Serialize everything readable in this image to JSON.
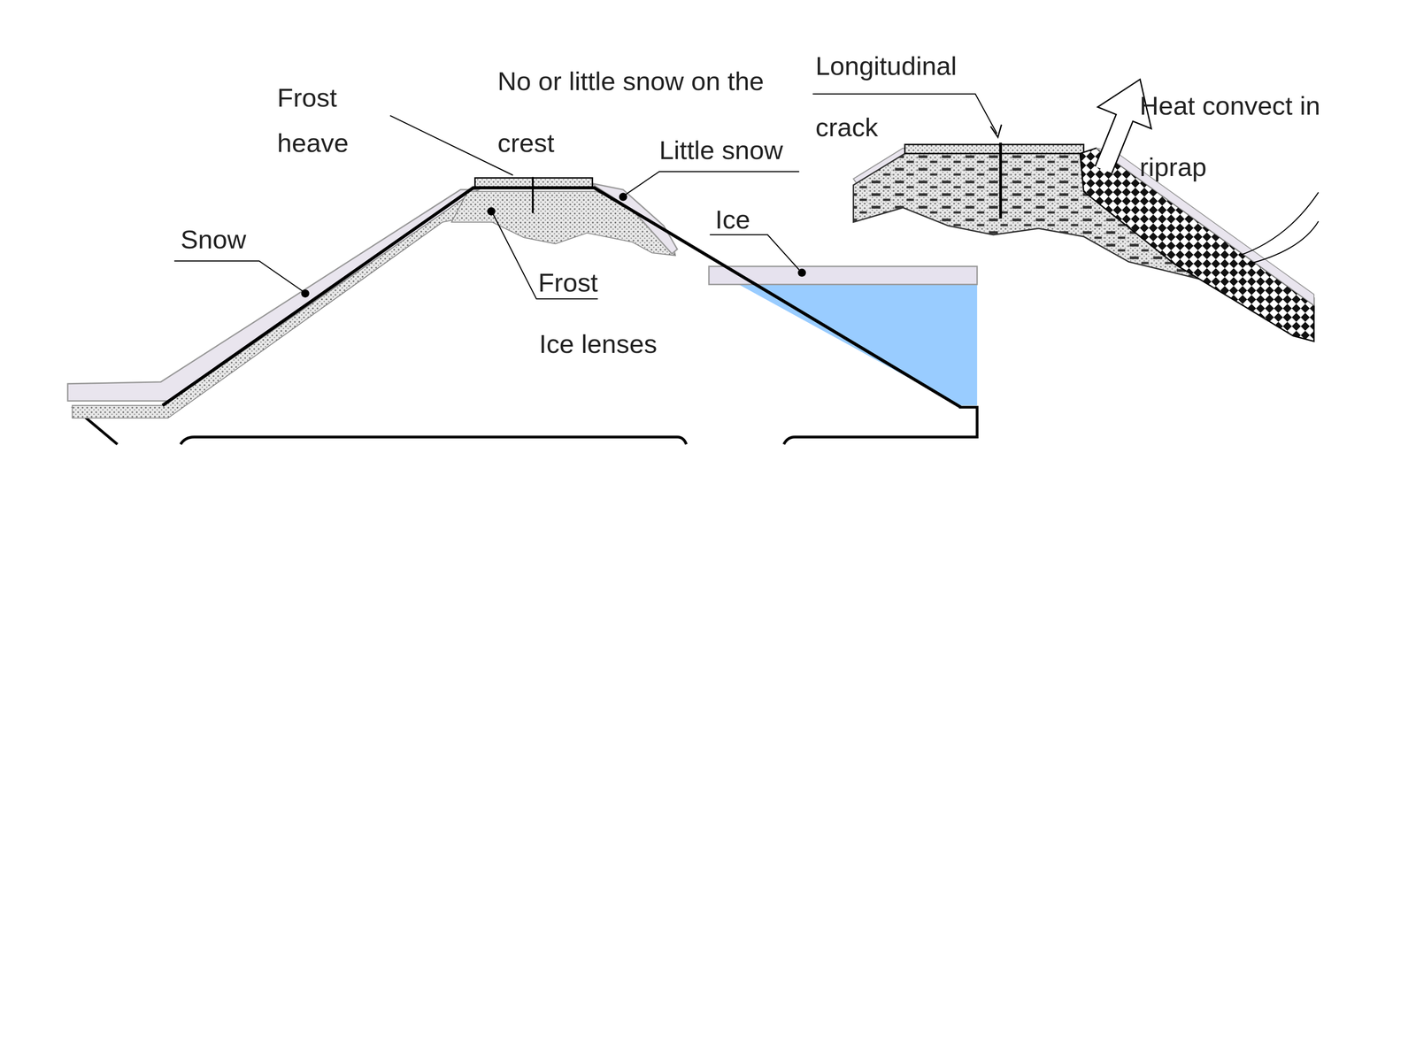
{
  "diagram": {
    "labels": [
      "Frost heave",
      "No or little snow on the crest",
      "Longitudinal crack",
      "Heat convect in riprap",
      "Little snow",
      "Snow",
      "Ice",
      "Frost",
      "Ice lenses"
    ]
  }
}
